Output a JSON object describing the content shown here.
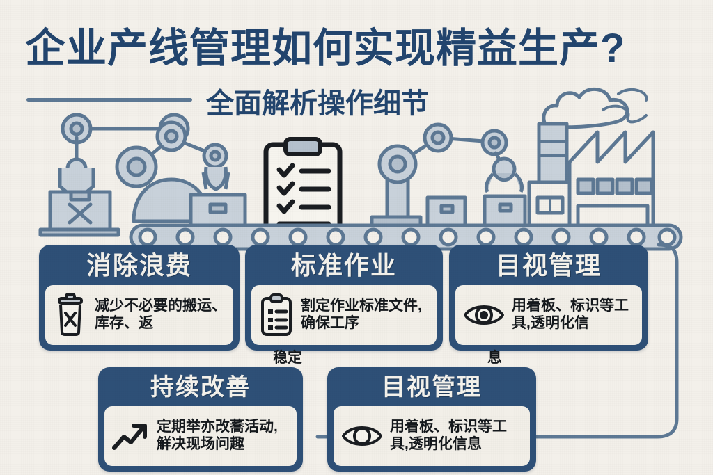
{
  "header": {
    "title": "企业产线管理如何实现精益生产?",
    "subtitle": "全面解析操作细节",
    "title_color": "#22456e",
    "rule_color": "#5d7894"
  },
  "theme": {
    "background": "#f3f0ea",
    "card_header": "#2e5077",
    "card_body": "#f2efe8",
    "illustration_line": "#5d7894",
    "illustration_fill": "#c2ccd6",
    "icon_stroke": "#1a1d21"
  },
  "illustration": {
    "elements": [
      {
        "name": "robot-arm-left",
        "label": "robot-arm-icon"
      },
      {
        "name": "reject-box",
        "label": "box-with-x-icon"
      },
      {
        "name": "robot-arm-center",
        "label": "robot-arm-icon"
      },
      {
        "name": "clipboard-checklist",
        "label": "clipboard-check-icon"
      },
      {
        "name": "robot-arm-right",
        "label": "robot-arm-icon"
      },
      {
        "name": "conveyor-belt",
        "label": "conveyor-belt-icon"
      },
      {
        "name": "factory-building",
        "label": "factory-icon"
      },
      {
        "name": "smoke-plume",
        "label": "smoke-icon"
      }
    ]
  },
  "cards": [
    {
      "id": "card-1",
      "title": "消除浪费",
      "text": "减少不必要的搬运、库存、返",
      "spill": "",
      "icon": "trash-x-icon"
    },
    {
      "id": "card-2",
      "title": "标准作业",
      "text": "割定作业标准文件,确保工序",
      "spill": "稳定",
      "icon": "clipboard-list-icon"
    },
    {
      "id": "card-3",
      "title": "目视管理",
      "text": "用着板、标识等工具,透明化信",
      "spill": "息",
      "icon": "eye-filled-icon"
    },
    {
      "id": "card-4",
      "title": "持续改善",
      "text": "定期举亦改蕎活动,觧决现场问趣",
      "spill": "",
      "icon": "trend-up-icon"
    },
    {
      "id": "card-5",
      "title": "目视管理",
      "text": "用着板、标识等工具,透明化信息",
      "spill": "",
      "icon": "eye-outline-icon"
    }
  ]
}
